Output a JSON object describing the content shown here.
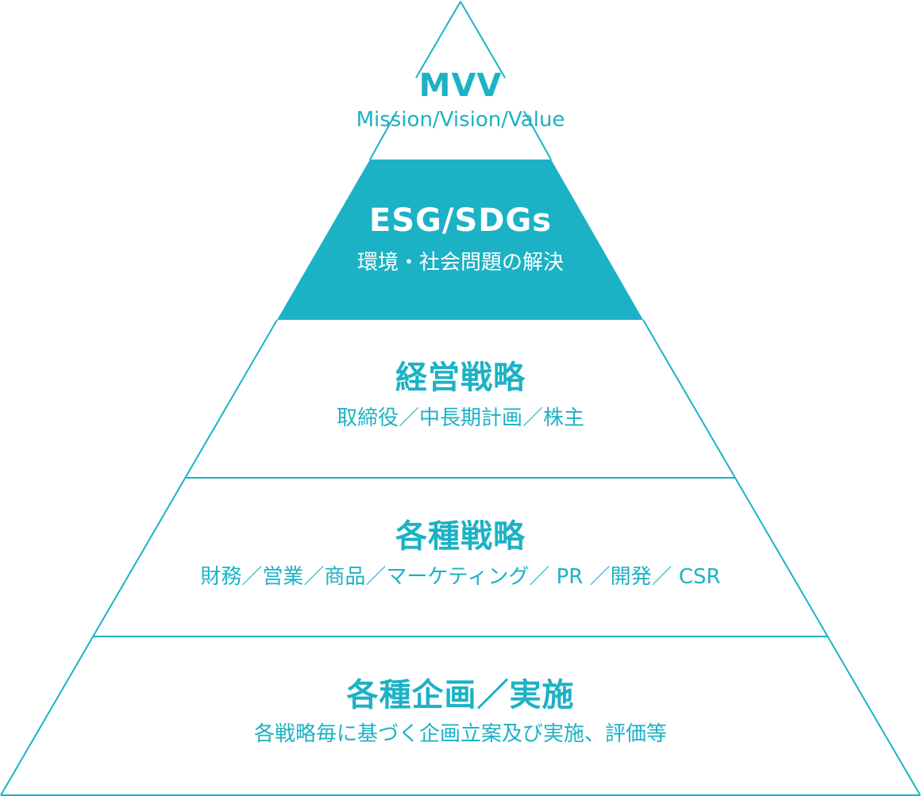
{
  "colors": {
    "accent": "#1cb2c5",
    "on_accent": "#ffffff",
    "background": "#ffffff"
  },
  "tiers": [
    {
      "title": "MVV",
      "subtitle": "Mission/Vision/Value",
      "filled": false
    },
    {
      "title": "ESG/SDGs",
      "subtitle": "環境・社会問題の解決",
      "filled": true
    },
    {
      "title": "経営戦略",
      "subtitle": "取締役／中長期計画／株主",
      "filled": false
    },
    {
      "title": "各種戦略",
      "subtitle": "財務／営業／商品／マーケティング／ PR ／開発／ CSR",
      "filled": false
    },
    {
      "title": "各種企画／実施",
      "subtitle": "各戦略毎に基づく企画立案及び実施、評価等",
      "filled": false
    }
  ]
}
